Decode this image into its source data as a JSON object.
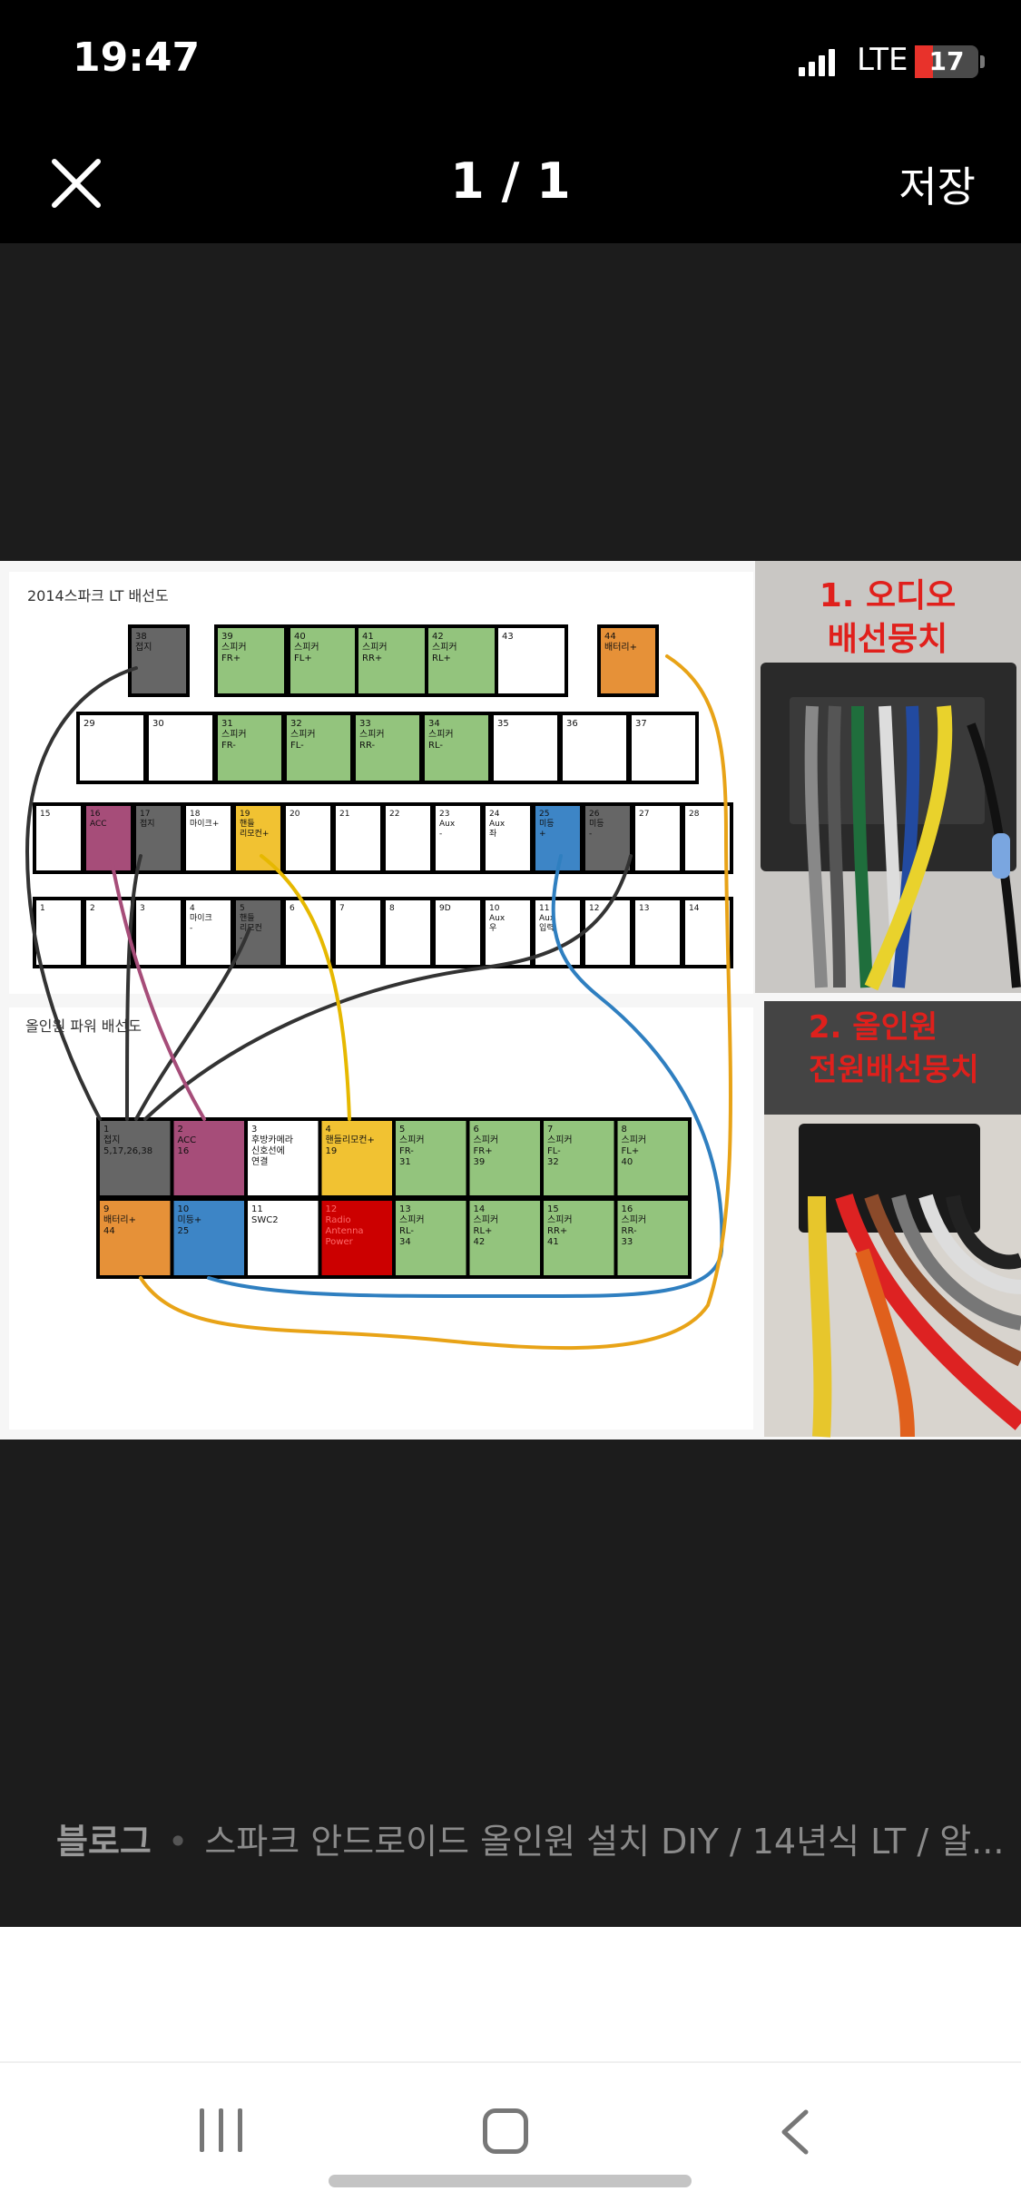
{
  "status_bar": {
    "time": "19:47",
    "network": "LTE",
    "battery": "17",
    "battery_color": "#e8322b"
  },
  "top_bar": {
    "close_icon": "close-icon",
    "counter": "1 / 1",
    "save_label": "저장"
  },
  "image": {
    "top_title": "2014스파크 LT 배선도",
    "bottom_title": "올인원 파워 배선도",
    "photo1_label": [
      "1. 오디오",
      "배선뭉치"
    ],
    "photo2_label": [
      "2. 올인원",
      "전원배선뭉치"
    ],
    "connector_row1": [
      {
        "n": "38",
        "t": "접지"
      },
      {
        "n": "39",
        "t": "스피커 FR+"
      },
      {
        "n": "40",
        "t": "스피커 FL+"
      },
      {
        "n": "41",
        "t": "스피커 RR+"
      },
      {
        "n": "42",
        "t": "스피커 RL+"
      },
      {
        "n": "43",
        "t": ""
      },
      {
        "n": "44",
        "t": "배터리+"
      }
    ],
    "connector_row2": [
      {
        "n": "29",
        "t": ""
      },
      {
        "n": "30",
        "t": ""
      },
      {
        "n": "31",
        "t": "스피커 FR-"
      },
      {
        "n": "32",
        "t": "스피커 FL-"
      },
      {
        "n": "33",
        "t": "스피커 RR-"
      },
      {
        "n": "34",
        "t": "스피커 RL-"
      },
      {
        "n": "35",
        "t": ""
      },
      {
        "n": "36",
        "t": ""
      },
      {
        "n": "37",
        "t": ""
      }
    ],
    "connector_row3": [
      {
        "n": "15",
        "t": ""
      },
      {
        "n": "16",
        "t": "ACC"
      },
      {
        "n": "17",
        "t": "접지"
      },
      {
        "n": "18",
        "t": "마이크+"
      },
      {
        "n": "19",
        "t": "핸들 리모컨+"
      },
      {
        "n": "20",
        "t": ""
      },
      {
        "n": "21",
        "t": ""
      },
      {
        "n": "22",
        "t": ""
      },
      {
        "n": "23",
        "t": "Aux -"
      },
      {
        "n": "24",
        "t": "Aux 좌"
      },
      {
        "n": "25",
        "t": "미등 +"
      },
      {
        "n": "26",
        "t": "미등 -"
      },
      {
        "n": "27",
        "t": ""
      },
      {
        "n": "28",
        "t": ""
      }
    ],
    "connector_row4": [
      {
        "n": "1",
        "t": ""
      },
      {
        "n": "2",
        "t": ""
      },
      {
        "n": "3",
        "t": ""
      },
      {
        "n": "4",
        "t": "마이크 -"
      },
      {
        "n": "5",
        "t": "핸들 리모컨 -"
      },
      {
        "n": "6",
        "t": ""
      },
      {
        "n": "7",
        "t": ""
      },
      {
        "n": "8",
        "t": ""
      },
      {
        "n": "9D",
        "t": ""
      },
      {
        "n": "10",
        "t": "Aux 우"
      },
      {
        "n": "11",
        "t": "Aux 입력"
      },
      {
        "n": "12",
        "t": ""
      },
      {
        "n": "13",
        "t": ""
      },
      {
        "n": "14",
        "t": ""
      }
    ],
    "power_row1": [
      {
        "n": "1",
        "t": "접지 5,17,26,38"
      },
      {
        "n": "2",
        "t": "ACC 16"
      },
      {
        "n": "3",
        "t": "후방카메라 신호선에 연결"
      },
      {
        "n": "4",
        "t": "핸들리모컨+ 19"
      },
      {
        "n": "5",
        "t": "스피커 FR- 31"
      },
      {
        "n": "6",
        "t": "스피커 FR+ 39"
      },
      {
        "n": "7",
        "t": "스피커 FL- 32"
      },
      {
        "n": "8",
        "t": "스피커 FL+ 40"
      }
    ],
    "power_row2": [
      {
        "n": "9",
        "t": "배터리+ 44"
      },
      {
        "n": "10",
        "t": "미등+ 25"
      },
      {
        "n": "11",
        "t": "SWC2"
      },
      {
        "n": "12",
        "t": "Radio Antenna Power"
      },
      {
        "n": "13",
        "t": "스피커 RL- 34"
      },
      {
        "n": "14",
        "t": "스피커 RL+ 42"
      },
      {
        "n": "15",
        "t": "스피커 RR+ 41"
      },
      {
        "n": "16",
        "t": "스피커 RR- 33"
      }
    ],
    "colors": {
      "green": "#93c47d",
      "gray": "#666666",
      "orange": "#e69138",
      "purple": "#a64d79",
      "yellow": "#f1c232",
      "blue": "#3d85c6",
      "red": "#cc0000"
    }
  },
  "caption": {
    "source": "블로그",
    "title": "스파크 안드로이드 올인원 설치 DIY / 14년식 LT / 알..."
  },
  "nav_bar": {
    "recent_icon": "recent-apps-icon",
    "home_icon": "home-icon",
    "back_icon": "back-icon"
  }
}
